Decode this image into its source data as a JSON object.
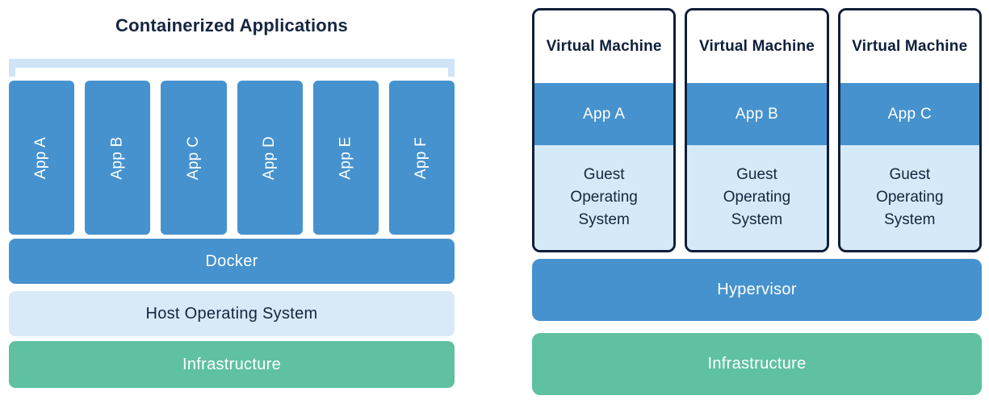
{
  "palette": {
    "blue": "#4592ce",
    "light_blue": "#d6e9f8",
    "bracket_blue": "#cfe5f7",
    "green": "#5fc1a2",
    "navy": "#0e1f3a",
    "white": "#ffffff"
  },
  "left_diagram": {
    "title": "Containerized Applications",
    "apps": [
      "App A",
      "App B",
      "App C",
      "App D",
      "App E",
      "App F"
    ],
    "layers": {
      "docker": "Docker",
      "host_os": "Host Operating System",
      "infrastructure": "Infrastructure"
    }
  },
  "right_diagram": {
    "vms": [
      {
        "title": "Virtual Machine",
        "app": "App A",
        "os": "Guest Operating System"
      },
      {
        "title": "Virtual Machine",
        "app": "App B",
        "os": "Guest Operating System"
      },
      {
        "title": "Virtual Machine",
        "app": "App C",
        "os": "Guest Operating System"
      }
    ],
    "layers": {
      "hypervisor": "Hypervisor",
      "infrastructure": "Infrastructure"
    }
  }
}
